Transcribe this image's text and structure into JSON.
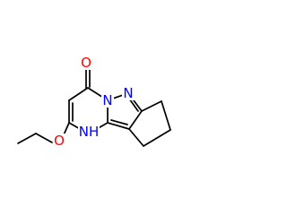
{
  "structure": {
    "atoms": {
      "oxygen_carbonyl": {
        "text": "O",
        "color": "#ff0000"
      },
      "nitrogen_n5": {
        "text": "N",
        "color": "#0000ff"
      },
      "nitrogen_n6": {
        "text": "N",
        "color": "#0000ff"
      },
      "nitrogen_nh": {
        "text": "NH",
        "color": "#0000ff"
      },
      "oxygen_ether": {
        "text": "O",
        "color": "#ff0000"
      }
    },
    "bond_color": "#000000"
  }
}
